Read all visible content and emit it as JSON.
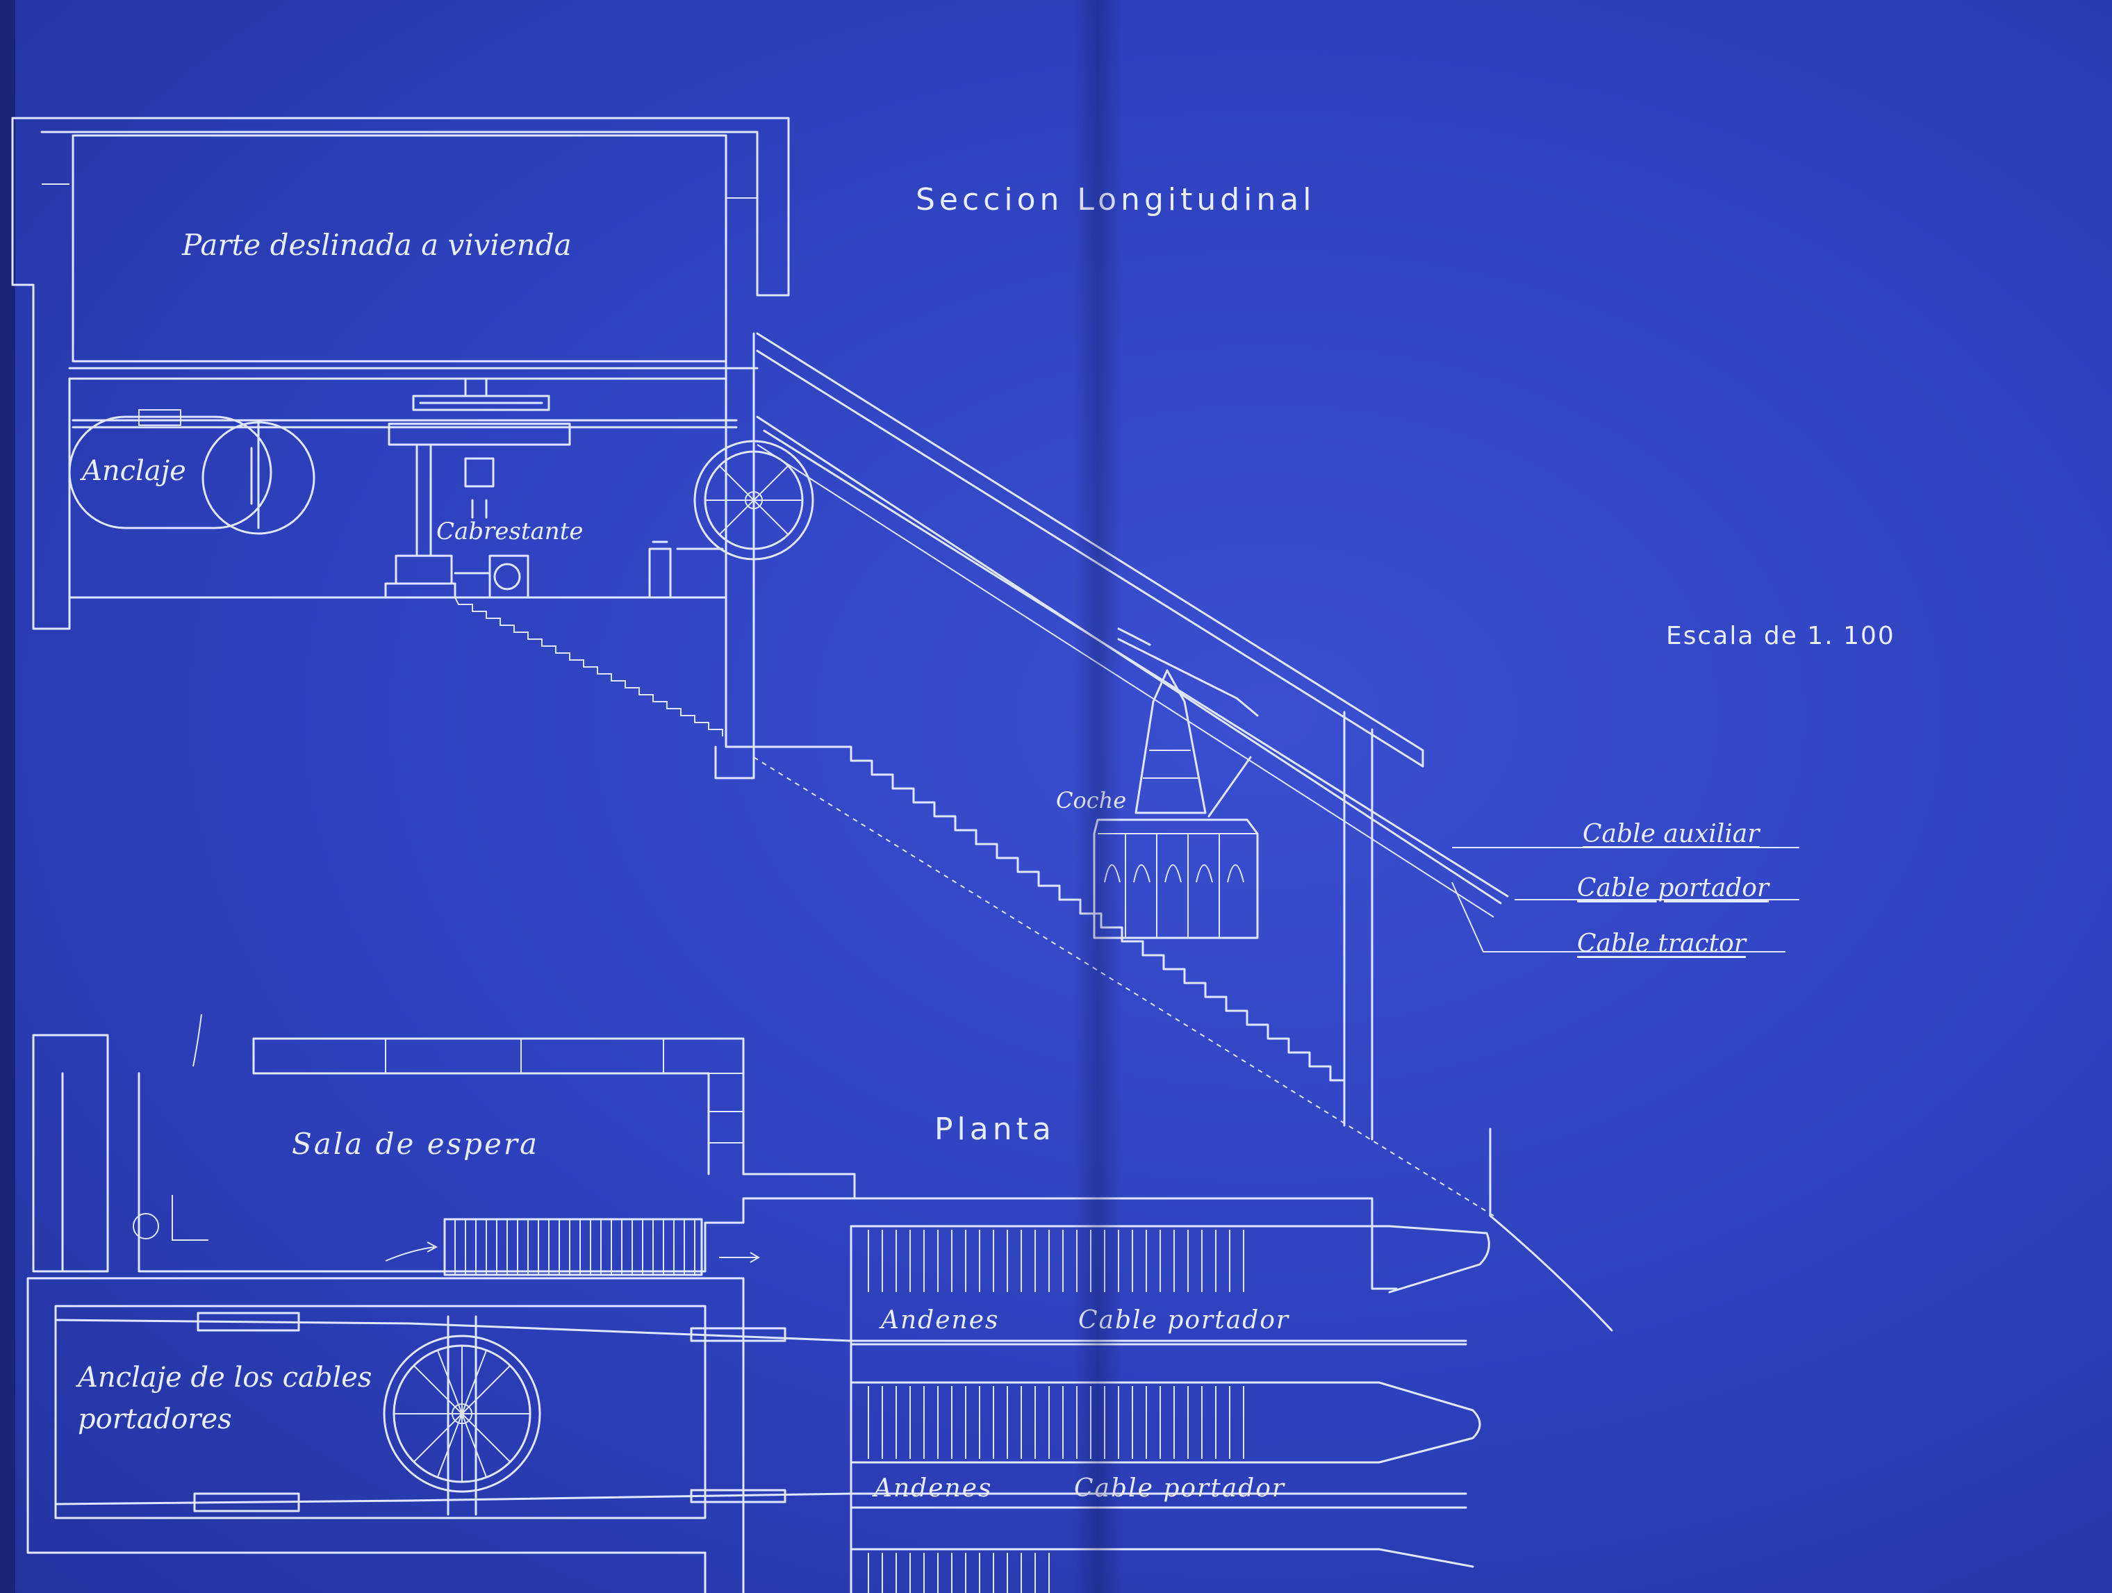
{
  "sheet": {
    "section_title": "Seccion Longitudinal",
    "plan_title": "Planta",
    "scale": "Escala de 1. 100"
  },
  "section": {
    "housing_label": "Parte deslinada a vivienda",
    "anchor_label": "Anclaje",
    "winch_label": "Cabrestante",
    "car_label": "Coche",
    "cables": [
      "Cable auxiliar",
      "Cable portador",
      "Cable tractor"
    ]
  },
  "plan": {
    "waiting_room_label": "Sala de espera",
    "anchor_cables_line1": "Anclaje de los cables",
    "anchor_cables_line2": "portadores",
    "platform_1": "Andenes",
    "carrier_cable_1": "Cable portador",
    "platform_2": "Andenes",
    "carrier_cable_2": "Cable portador"
  },
  "colors": {
    "paper": "#2d41bd",
    "line": "#dfe6ff"
  }
}
